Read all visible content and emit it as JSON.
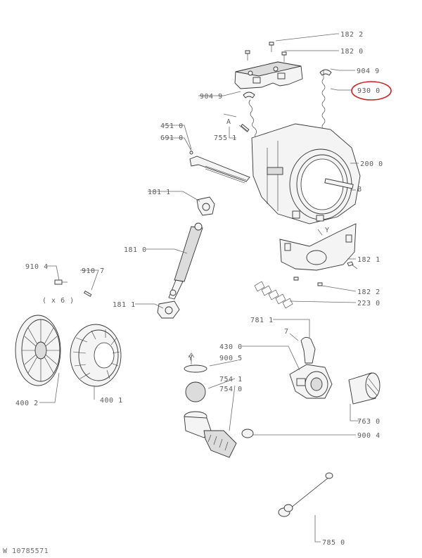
{
  "labels": {
    "l1822a": "182 2",
    "l1820": "182 0",
    "l9049a": "904 9",
    "l9049b": "904 9",
    "l9300": "930 0",
    "l4510": "451 0",
    "l6910": "691 0",
    "lA": "A",
    "l7551": "755 1",
    "l2000": "200 0",
    "lB": "B",
    "l1811a": "181 1",
    "lY": "Y",
    "l1810": "181 0",
    "l1821": "182 1",
    "l9104": "910 4",
    "l9107": "910 7",
    "lx6": "( x 6 )",
    "l1811b": "181 1",
    "l1822b": "182 2",
    "l2230": "223 0",
    "l7811": "781 1",
    "l7": "7",
    "l4300": "430 0",
    "lY2": "Y",
    "l9005": "900 5",
    "l7541": "754 1",
    "l7540": "754 0",
    "l4002": "400 2",
    "l4001": "400 1",
    "l7630": "763 0",
    "l9004": "900 4",
    "l7850": "785 0"
  },
  "highlight": {
    "label": "930 0",
    "color": "#cc2222"
  },
  "footer": {
    "code": "W 10785571"
  }
}
